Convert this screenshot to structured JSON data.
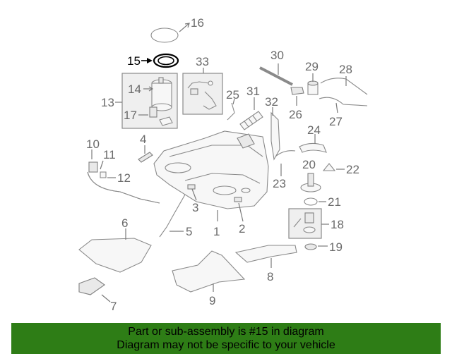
{
  "callouts": {
    "c1": "1",
    "c2": "2",
    "c3": "3",
    "c4": "4",
    "c5": "5",
    "c6": "6",
    "c7": "7",
    "c8": "8",
    "c9": "9",
    "c10": "10",
    "c11": "11",
    "c12": "12",
    "c13": "13",
    "c14": "14",
    "c15": "15",
    "c16": "16",
    "c17": "17",
    "c18": "18",
    "c19": "19",
    "c20": "20",
    "c21": "21",
    "c22": "22",
    "c23": "23",
    "c24": "24",
    "c25": "25",
    "c26": "26",
    "c27": "27",
    "c28": "28",
    "c29": "29",
    "c30": "30",
    "c31": "31",
    "c32": "32",
    "c33": "33"
  },
  "highlighted_part": "15",
  "footer": {
    "line1": "Part or sub-assembly is #15 in diagram",
    "line2": "Diagram may not be specific to your vehicle"
  },
  "colors": {
    "footer_bg": "#2e7d16",
    "callout": "#6a6a6a",
    "highlight": "#000000"
  }
}
